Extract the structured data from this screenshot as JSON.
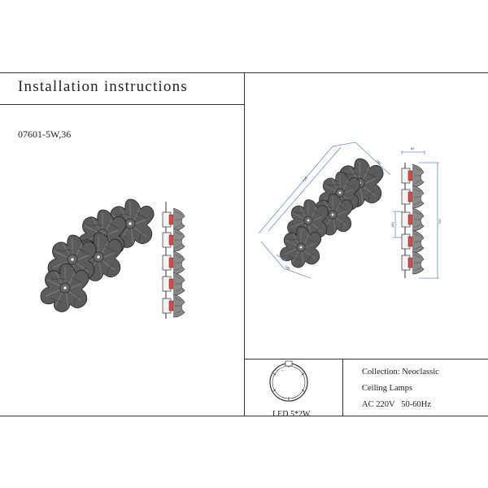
{
  "header": {
    "title": "Installation instructions"
  },
  "product": {
    "model": "07601-5W,36"
  },
  "dimensions": {
    "length": "720",
    "width": "280",
    "height": "720",
    "depth": "80",
    "small_a": "180",
    "small_b": "180"
  },
  "light_source": {
    "label": "LED 5*2W"
  },
  "info": {
    "collection": "Collection: Neoclassic",
    "category": "Ceiling Lamps",
    "power": "AC 220V   50-60Hz"
  },
  "colors": {
    "line": "#333333",
    "flower": "#555555",
    "dimension": "#6f8fc4",
    "accent": "#d84a4a"
  }
}
